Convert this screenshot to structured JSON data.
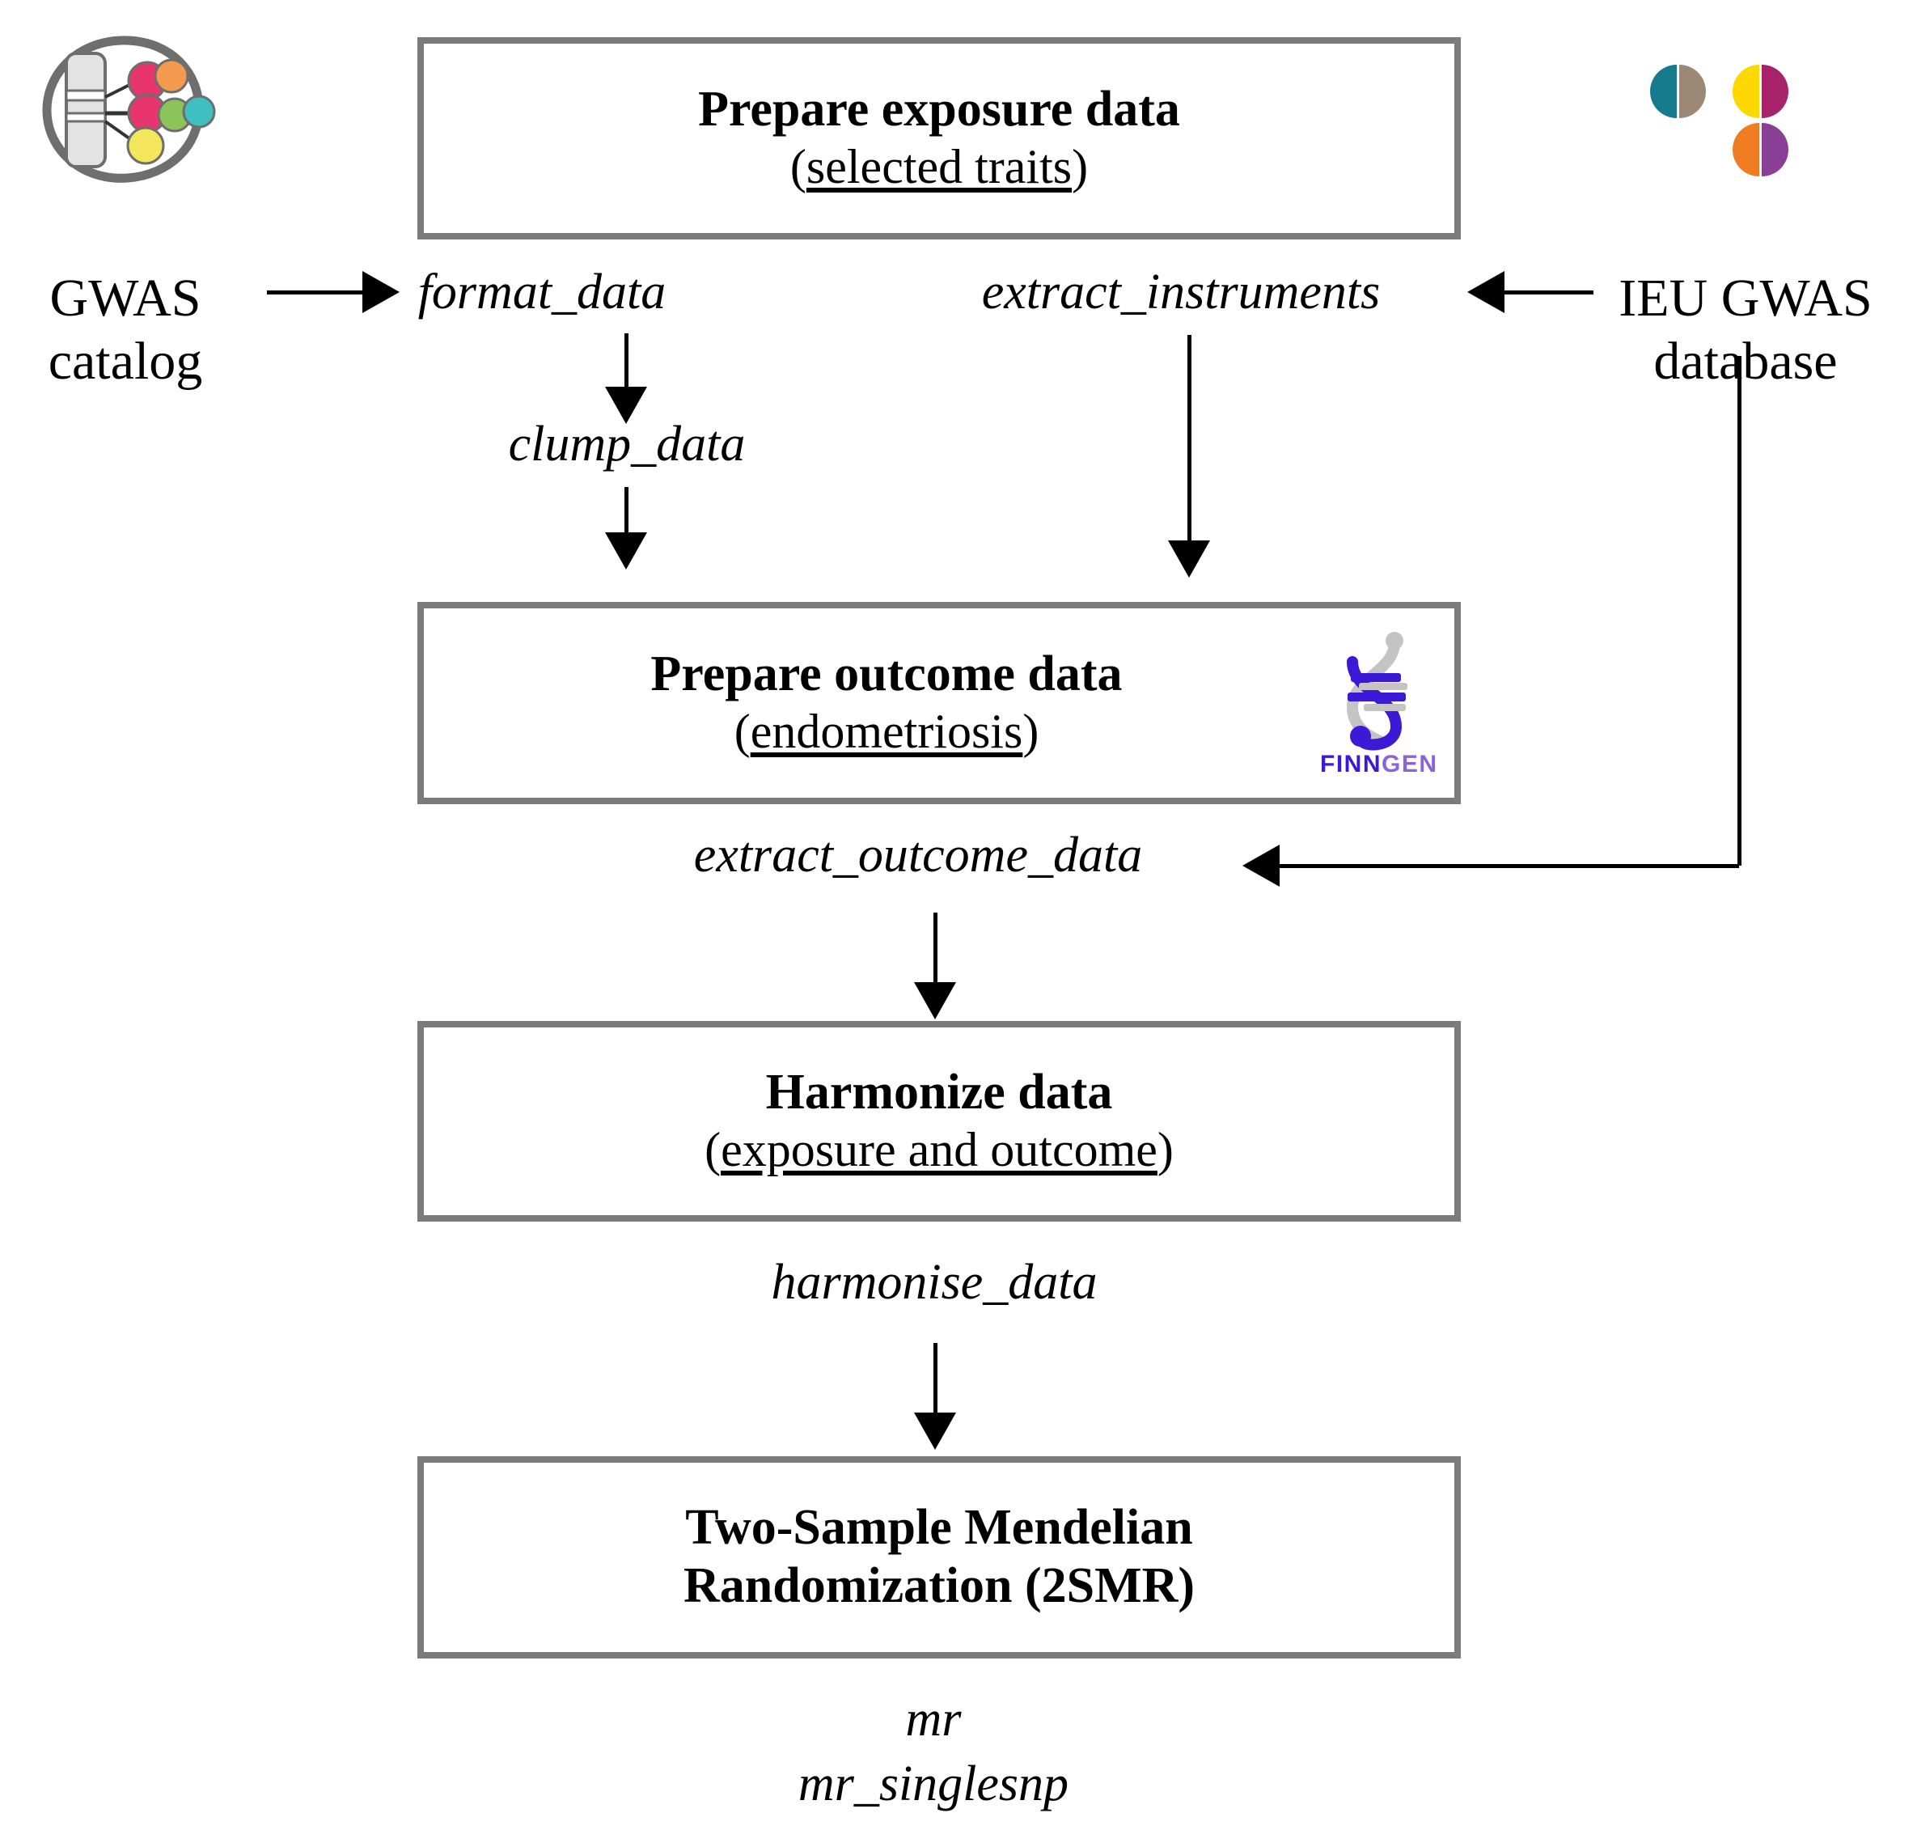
{
  "diagram": {
    "type": "flowchart",
    "title": "Two-Sample Mendelian Randomization analysis workflow"
  },
  "sources": {
    "gwas_catalog": {
      "label_line1": "GWAS",
      "label_line2": "catalog",
      "logo_name": "gwas-catalog-logo",
      "logo_colors": [
        "#e8346f",
        "#f49a4e",
        "#8cc45a",
        "#3fbfc0",
        "#f3e65a",
        "#d9d9d9",
        "#6e6e6e"
      ]
    },
    "ieu_gwas": {
      "label_line1": "IEU GWAS",
      "label_line2": "database",
      "logo_name": "ieu-gwas-database-logo",
      "logo_colors": {
        "teal": "#157a8c",
        "taupe": "#9c8975",
        "yellow": "#fcd800",
        "magenta": "#a8216b",
        "orange": "#f07d22",
        "purple": "#8a3f96"
      }
    }
  },
  "boxes": [
    {
      "id": "prepare-exposure-data",
      "title": "Prepare exposure data",
      "subtitle_open": "(",
      "subtitle_underlined": "selected traits",
      "subtitle_close": ")"
    },
    {
      "id": "prepare-outcome-data",
      "title": "Prepare outcome data",
      "subtitle_open": "(",
      "subtitle_underlined": "endometriosis",
      "subtitle_close": ")",
      "logo": {
        "name": "finngen-logo",
        "word_dark": "FINN",
        "word_light": "GEN",
        "color_dark": "#3b1ad6",
        "color_light": "#8c63d6",
        "helix_gray": "#c4c4c4"
      }
    },
    {
      "id": "harmonize-data",
      "title": "Harmonize data",
      "subtitle_open": "(",
      "subtitle_underlined": "exposure and outcome",
      "subtitle_close": ")"
    },
    {
      "id": "two-sample-mr",
      "title_line1": "Two-Sample Mendelian",
      "title_line2": "Randomization (2SMR)"
    }
  ],
  "functions": {
    "format_data": "format_data",
    "extract_instruments": "extract_instruments",
    "clump_data": "clump_data",
    "extract_outcome_data": "extract_outcome_data",
    "harmonise_data": "harmonise_data",
    "mr": "mr",
    "mr_singlesnp": "mr_singlesnp"
  },
  "colors": {
    "box_border": "#7b7b7b",
    "arrow": "#000000",
    "text": "#000000",
    "background": "#ffffff"
  }
}
